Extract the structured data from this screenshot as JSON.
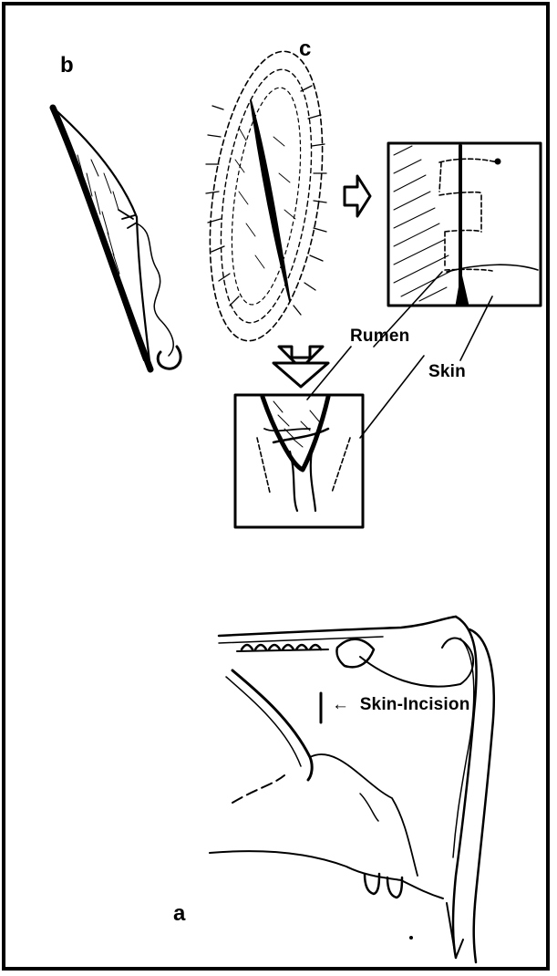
{
  "figure": {
    "panels": {
      "a": "a",
      "b": "b",
      "c": "c"
    },
    "labels": {
      "rumen": "Rumen",
      "skin": "Skin",
      "skin_incision": "Skin-Incision"
    },
    "arrow_glyph": "←"
  }
}
